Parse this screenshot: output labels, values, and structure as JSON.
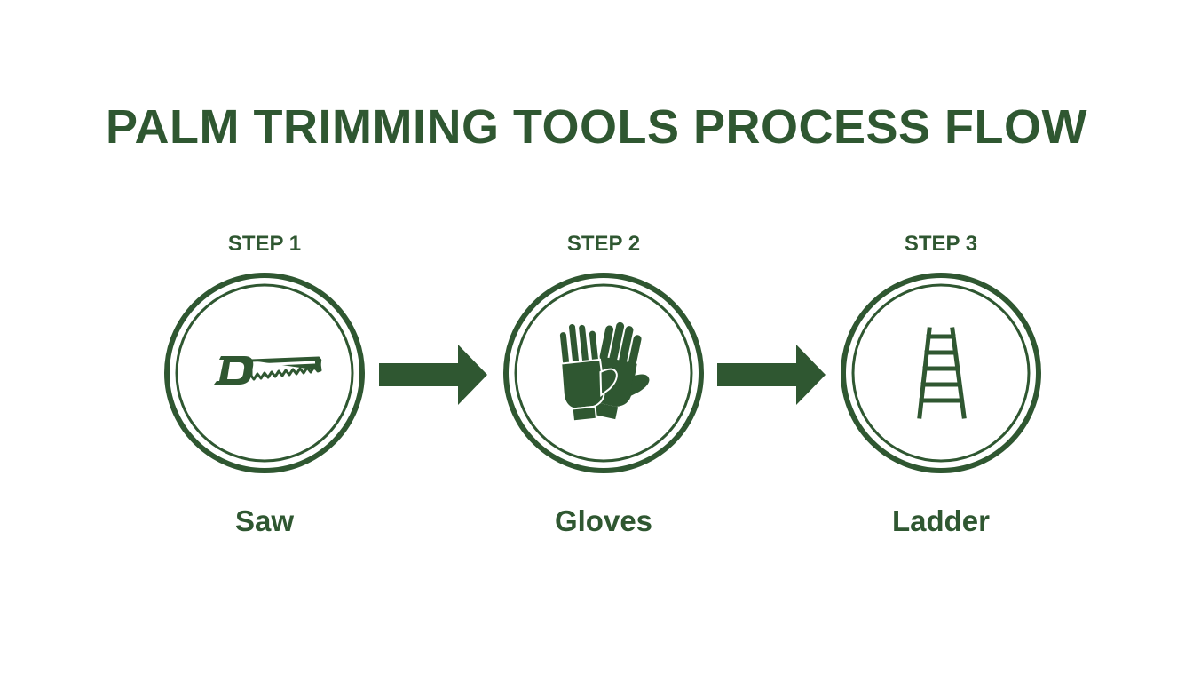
{
  "title": "PALM TRIMMING TOOLS PROCESS FLOW",
  "colors": {
    "primary": "#2f5731",
    "background": "#ffffff"
  },
  "steps": [
    {
      "label": "STEP 1",
      "name": "Saw",
      "icon": "saw-icon"
    },
    {
      "label": "STEP 2",
      "name": "Gloves",
      "icon": "gloves-icon"
    },
    {
      "label": "STEP 3",
      "name": "Ladder",
      "icon": "ladder-icon"
    }
  ]
}
